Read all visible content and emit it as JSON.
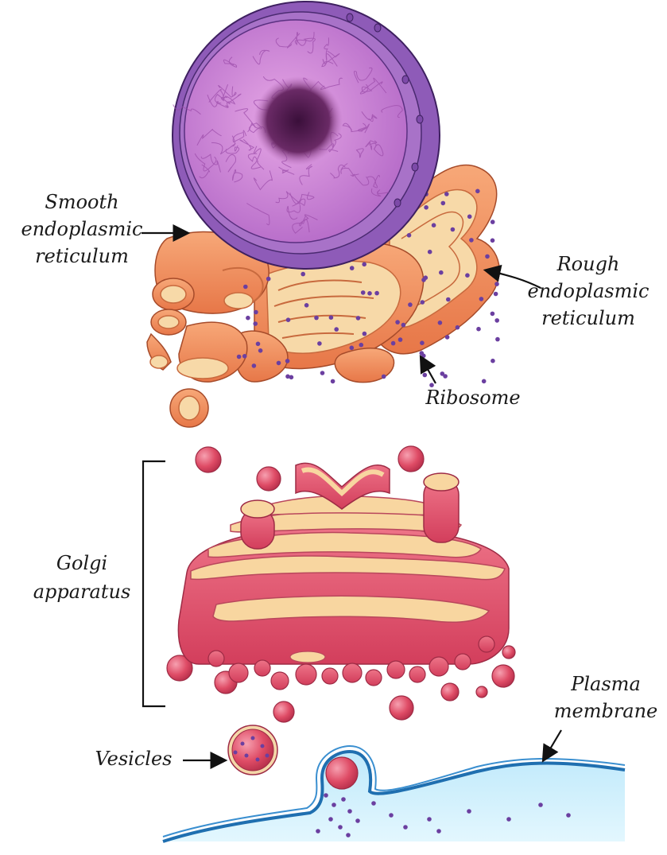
{
  "labels": {
    "smooth_er": [
      "Smooth",
      "endoplasmic",
      "reticulum"
    ],
    "rough_er": [
      "Rough",
      "endoplasmic",
      "reticulum"
    ],
    "ribosome": "Ribosome",
    "golgi": [
      "Golgi",
      "apparatus"
    ],
    "plasma_membrane": [
      "Plasma",
      "membrane"
    ],
    "vesicles": "Vesicles"
  },
  "colors": {
    "nucleus_envelope": "#8e5bb8",
    "nucleoplasm": "#c47fd0",
    "nucleolus": "#4a1a4a",
    "er": "#f08a5a",
    "er_lumen": "#f6d9a8",
    "ribosome": "#6b3fa0",
    "golgi": "#e0506a",
    "golgi_lumen": "#f8d6a0",
    "cytoplasm_out": "#cdeefb",
    "membrane": "#3a8fd0"
  }
}
